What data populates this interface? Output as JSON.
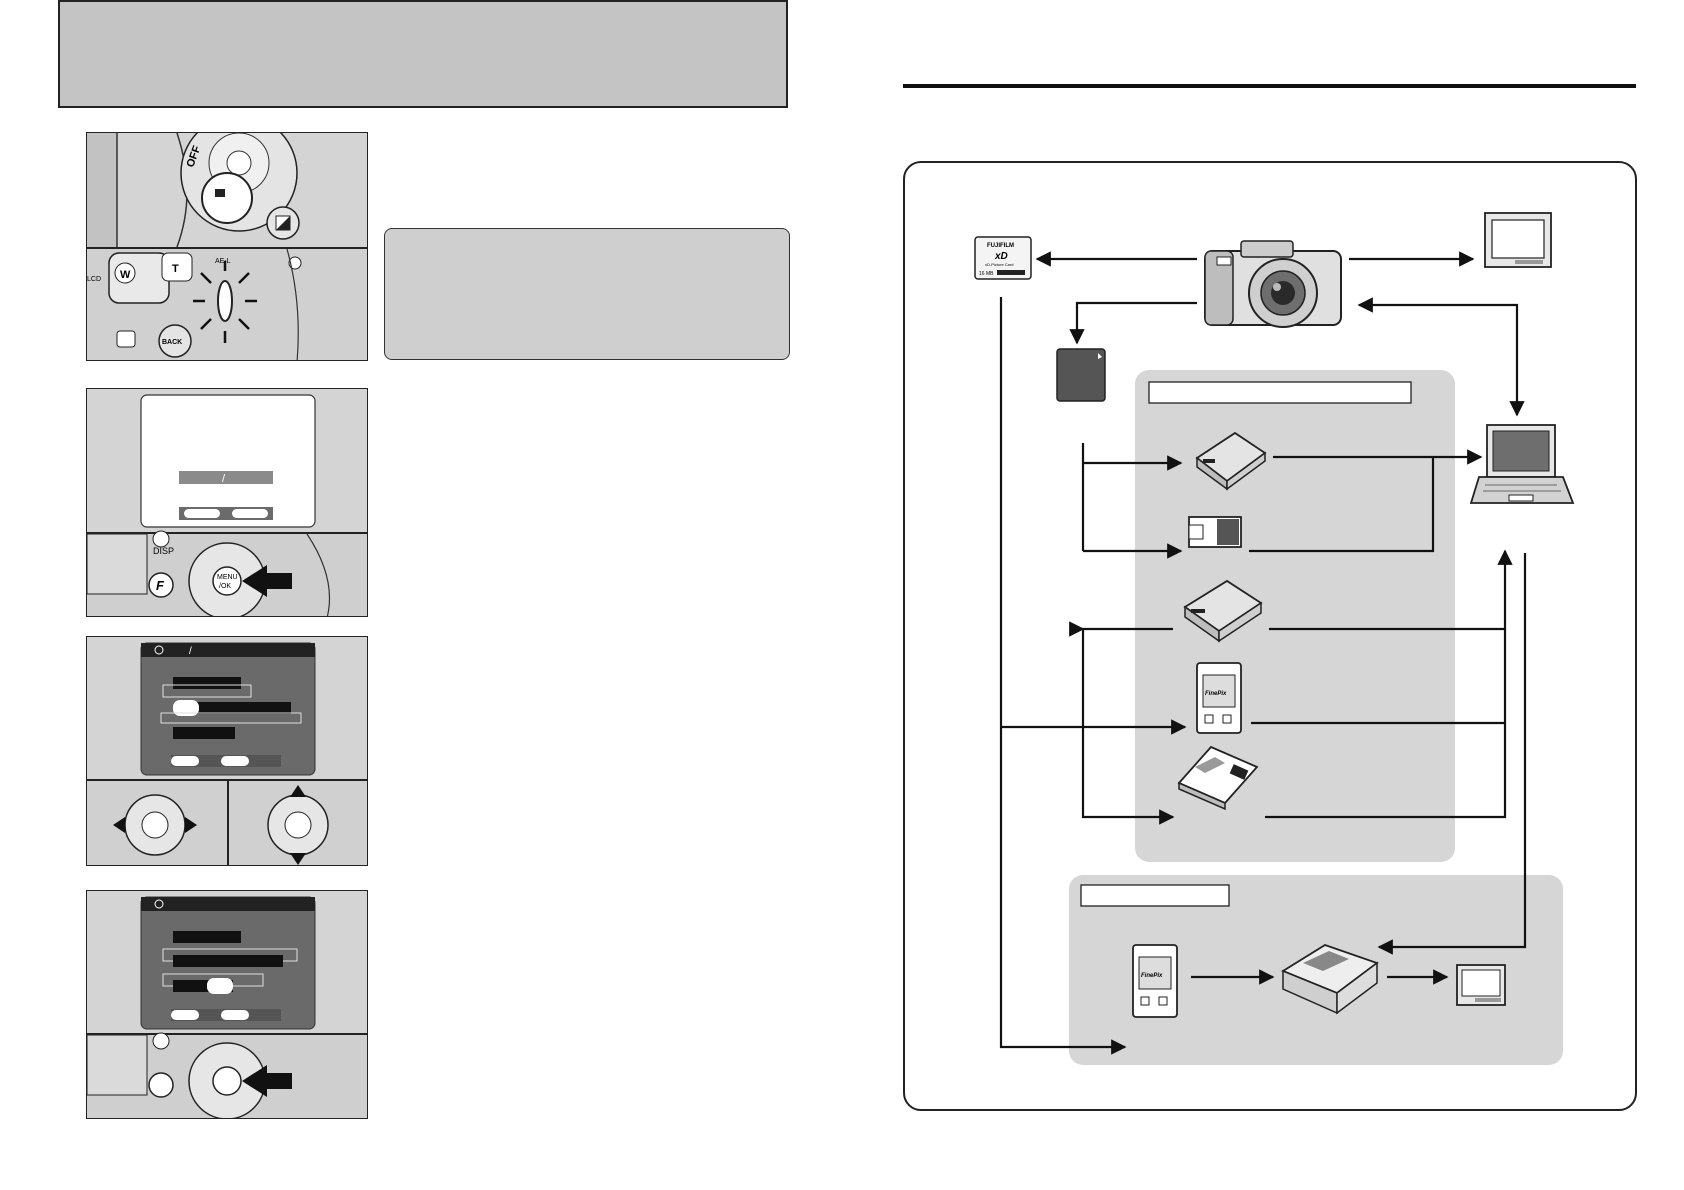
{
  "header": {
    "title": ""
  },
  "camera_labels": {
    "mode_dial_off": "OFF",
    "button_w": "W",
    "button_t": "T",
    "button_ael": "AE-L",
    "button_back": "BACK",
    "button_disp": "DISP",
    "button_f": "F",
    "button_menu": "MENU",
    "button_ok": "/OK",
    "lcd_label": "LCD"
  },
  "screens": {
    "date_separator": "/",
    "time_separator": "/"
  },
  "diagram": {
    "xd_card_brand": "FUJIFILM",
    "xd_card_logo": "xD",
    "xd_card_type": "xD-Picture Card",
    "xd_card_size": "16 MB",
    "card_adapter_brand": "FinePix",
    "group1_label": "",
    "group2_label": ""
  }
}
